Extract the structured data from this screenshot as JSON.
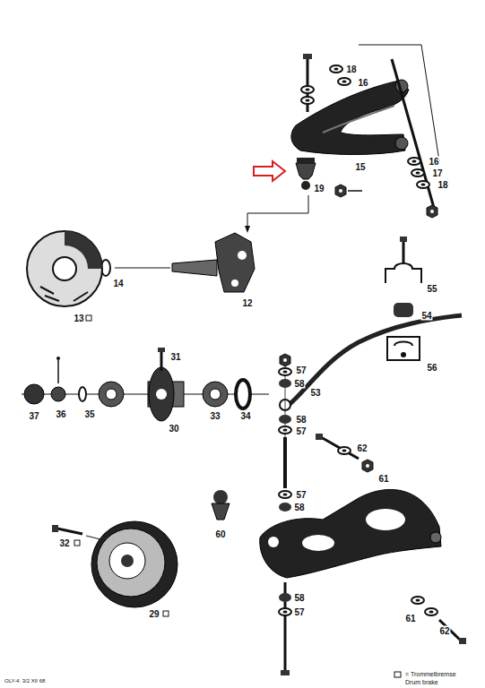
{
  "diagram": {
    "labels": [
      "18",
      "16",
      "15",
      "16",
      "17",
      "18",
      "19",
      "14",
      "12",
      "13",
      "55",
      "54",
      "56",
      "31",
      "57",
      "58",
      "53",
      "37",
      "36",
      "35",
      "30",
      "33",
      "34",
      "58",
      "57",
      "62",
      "61",
      "57",
      "58",
      "60",
      "32",
      "29",
      "61",
      "62",
      "58",
      "57",
      "OLY-4. 3/2 XII 68",
      "Drum brake"
    ],
    "legend": [
      {
        "text": "= Trommelbremse"
      }
    ]
  }
}
